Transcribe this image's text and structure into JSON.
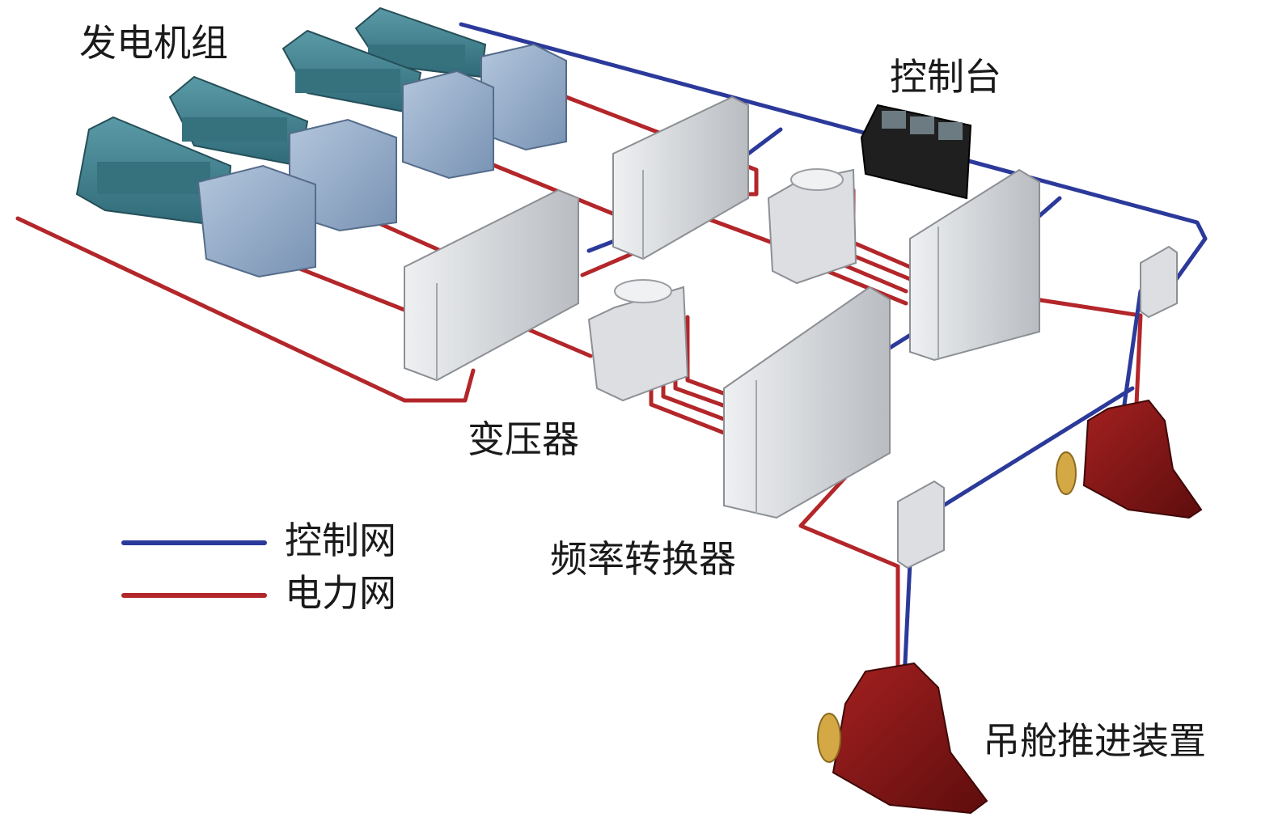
{
  "labels": {
    "generators": "发电机组",
    "console": "控制台",
    "transformer": "变压器",
    "converter": "频率转换器",
    "pod": "吊舱推进装置"
  },
  "legend": {
    "control": {
      "label": "控制网",
      "color": "#2b3a9a"
    },
    "power": {
      "label": "电力网",
      "color": "#b3262a"
    }
  },
  "colors": {
    "engine": "#3f7f8c",
    "generator": "#8fa7c4",
    "cabinet": "#d8dadd",
    "console": "#1f1f1f",
    "pod": "#7a1414"
  }
}
